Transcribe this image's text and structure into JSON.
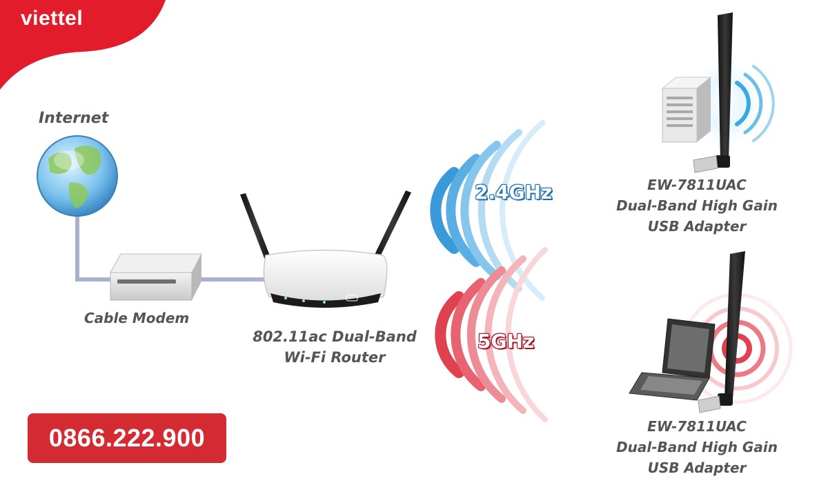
{
  "brand": {
    "name": "viettel",
    "color": "#e31c2b"
  },
  "phone": {
    "number": "0866.222.900",
    "color": "#d42a32"
  },
  "internet": {
    "label": "Internet",
    "icon": "globe-icon"
  },
  "modem": {
    "label": "Cable Modem",
    "icon": "cable-modem-icon"
  },
  "router": {
    "line1": "802.11ac Dual-Band",
    "line2": "Wi-Fi Router",
    "icon": "wifi-router-icon"
  },
  "bands": [
    {
      "label": "2.4GHz",
      "color": "#3a9ad9"
    },
    {
      "label": "5GHz",
      "color": "#e0414f"
    }
  ],
  "adapters": [
    {
      "line1": "EW-7811UAC",
      "line2": "Dual-Band High Gain",
      "line3": "USB Adapter",
      "device": "desktop-pc-icon"
    },
    {
      "line1": "EW-7811UAC",
      "line2": "Dual-Band High Gain",
      "line3": "USB Adapter",
      "device": "laptop-icon"
    }
  ]
}
